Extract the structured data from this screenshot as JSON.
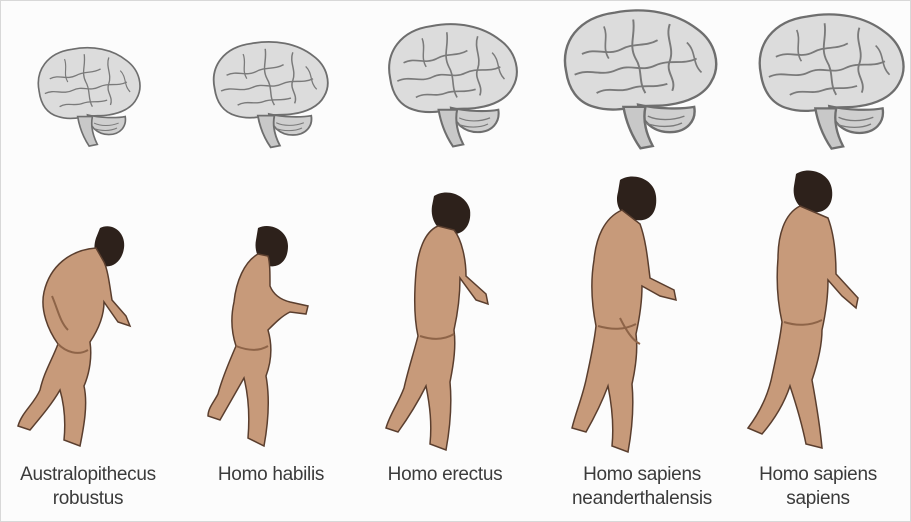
{
  "species": [
    {
      "line1": "Australopithecus",
      "line2": "robustus"
    },
    {
      "line1": "Homo habilis",
      "line2": ""
    },
    {
      "line1": "Homo erectus",
      "line2": ""
    },
    {
      "line1": "Homo sapiens",
      "line2": "neanderthalensis"
    },
    {
      "line1": "Homo sapiens",
      "line2": "sapiens"
    }
  ],
  "colors": {
    "brain_fill": "#d9d9d9",
    "brain_stroke": "#6e6e6e",
    "skin": "#c79a7a",
    "skin_shade": "#8e6448",
    "hair": "#2d211b",
    "text": "#3b3b3b"
  },
  "icons": [
    "brain-icon",
    "hominid-figure-icon"
  ]
}
